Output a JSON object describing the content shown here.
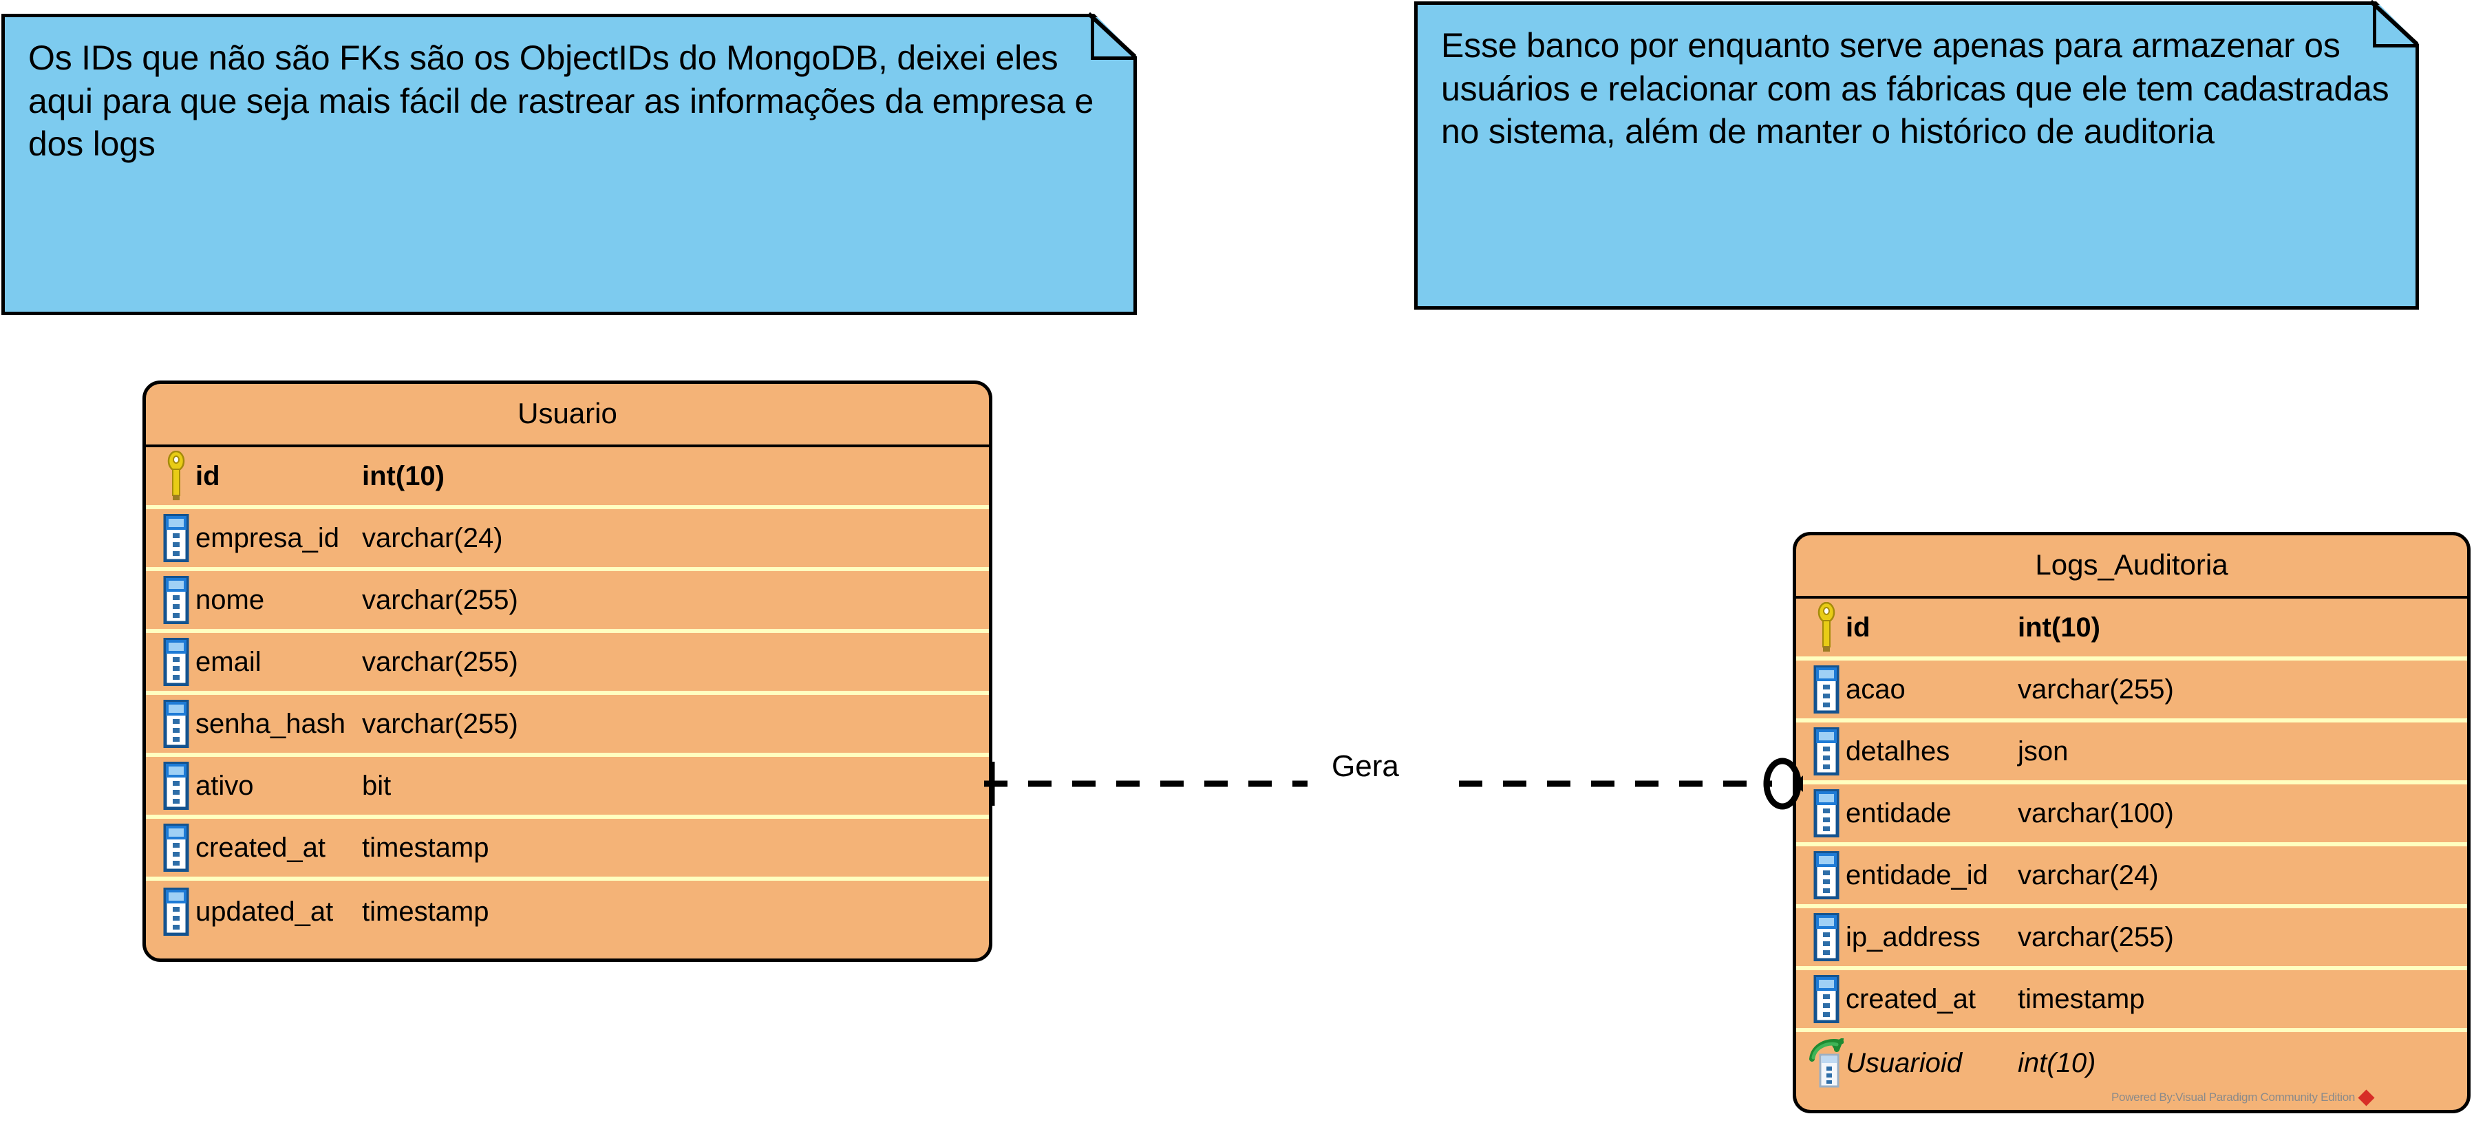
{
  "diagram": {
    "type": "entity-relationship-diagram",
    "tool_watermark": "Powered By:Visual Paradigm Community Edition",
    "colors": {
      "note_fill": "#7DCBEF",
      "entity_fill": "#F4B377",
      "entity_border": "#000000",
      "row_separator": "#FFFFC0",
      "watermark_logo": "#D72D27"
    }
  },
  "notes": [
    {
      "id": "note-ids",
      "text": "Os IDs que não são FKs são os ObjectIDs do MongoDB, deixei eles aqui para que seja mais fácil de rastrear as informações da empresa e dos logs"
    },
    {
      "id": "note-banco",
      "text": "Esse banco por enquanto serve apenas para armazenar os usuários e relacionar com as fábricas que ele tem cadastradas no sistema, além de manter o histórico de auditoria"
    }
  ],
  "entities": [
    {
      "id": "entity-usuario",
      "title": "Usuario",
      "attributes": [
        {
          "icon": "primary-key-icon",
          "key": "pk",
          "name": "id",
          "type": "int(10)"
        },
        {
          "icon": "column-icon",
          "key": "",
          "name": "empresa_id",
          "type": "varchar(24)"
        },
        {
          "icon": "column-icon",
          "key": "",
          "name": "nome",
          "type": "varchar(255)"
        },
        {
          "icon": "column-icon",
          "key": "",
          "name": "email",
          "type": "varchar(255)"
        },
        {
          "icon": "column-icon",
          "key": "",
          "name": "senha_hash",
          "type": "varchar(255)"
        },
        {
          "icon": "column-icon",
          "key": "",
          "name": "ativo",
          "type": "bit"
        },
        {
          "icon": "column-icon",
          "key": "",
          "name": "created_at",
          "type": "timestamp"
        },
        {
          "icon": "column-icon",
          "key": "",
          "name": "updated_at",
          "type": "timestamp"
        }
      ]
    },
    {
      "id": "entity-logs",
      "title": "Logs_Auditoria",
      "attributes": [
        {
          "icon": "primary-key-icon",
          "key": "pk",
          "name": "id",
          "type": "int(10)"
        },
        {
          "icon": "column-icon",
          "key": "",
          "name": "acao",
          "type": "varchar(255)"
        },
        {
          "icon": "column-icon",
          "key": "",
          "name": "detalhes",
          "type": "json"
        },
        {
          "icon": "column-icon",
          "key": "",
          "name": "entidade",
          "type": "varchar(100)"
        },
        {
          "icon": "column-icon",
          "key": "",
          "name": "entidade_id",
          "type": "varchar(24)"
        },
        {
          "icon": "column-icon",
          "key": "",
          "name": "ip_address",
          "type": "varchar(255)"
        },
        {
          "icon": "column-icon",
          "key": "",
          "name": "created_at",
          "type": "timestamp"
        },
        {
          "icon": "foreign-key-icon",
          "key": "fk",
          "name": "Usuarioid",
          "type": "int(10)"
        }
      ]
    }
  ],
  "relationship": {
    "label": "Gera",
    "from": "Usuario",
    "to": "Logs_Auditoria",
    "from_cardinality": "one",
    "to_cardinality": "zero-or-many",
    "line_style": "dashed"
  },
  "watermark": {
    "text": "Powered By:Visual Paradigm Community Edition"
  }
}
